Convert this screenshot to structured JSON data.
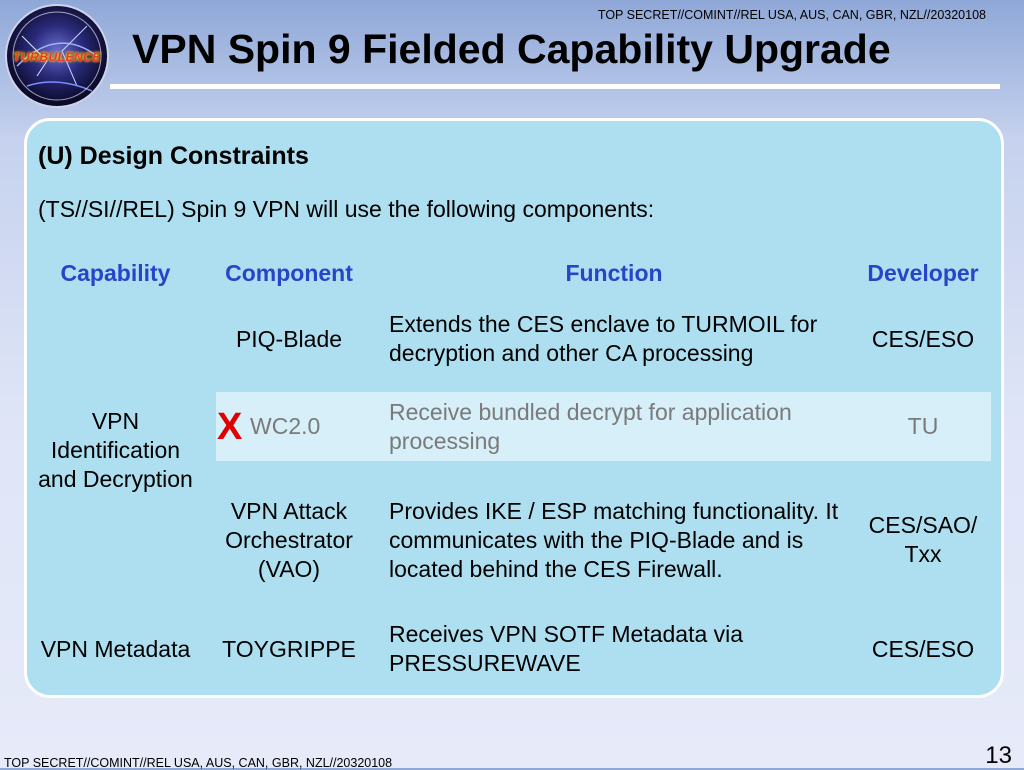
{
  "classification_top": "TOP SECRET//COMINT//REL USA, AUS, CAN, GBR, NZL//20320108",
  "logo_text": "TURBULENCE",
  "title": "VPN Spin 9 Fielded Capability Upgrade",
  "subheading": "(U) Design Constraints",
  "intro": "(TS//SI//REL) Spin 9 VPN will use the following components:",
  "table": {
    "headers": {
      "capability": "Capability",
      "component": "Component",
      "function": "Function",
      "developer": "Developer"
    },
    "groups": [
      {
        "capability": "VPN Identification and Decryption"
      },
      {
        "capability": "VPN Metadata"
      }
    ],
    "rows": [
      {
        "component": "PIQ-Blade",
        "function": "Extends the CES enclave to TURMOIL for decryption and other CA processing",
        "developer": "CES/ESO",
        "struck": false
      },
      {
        "mark": "X",
        "component": "WC2.0",
        "function": "Receive bundled decrypt for application processing",
        "developer": "TU",
        "struck": true
      },
      {
        "component": "VPN Attack Orchestrator (VAO)",
        "function": "Provides IKE / ESP matching functionality. It communicates with the PIQ-Blade and is located behind the CES Firewall.",
        "developer": "CES/SAO/ Txx",
        "struck": false
      },
      {
        "component": "TOYGRIPPE",
        "function": "Receives VPN SOTF Metadata via PRESSUREWAVE",
        "developer": "CES/ESO",
        "struck": false
      }
    ]
  },
  "classification_bottom": "TOP SECRET//COMINT//REL USA, AUS, CAN, GBR, NZL//20320108",
  "page_number": "13",
  "colors": {
    "header_blue": "#2a44c8",
    "panel_bg": "#addff0",
    "strike_red": "#e00000"
  }
}
